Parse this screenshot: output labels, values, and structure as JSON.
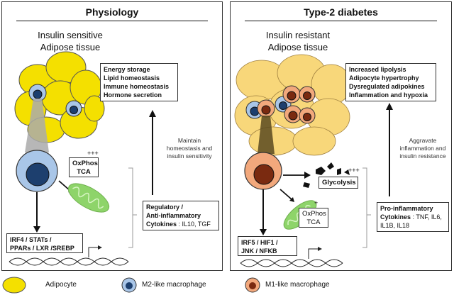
{
  "left": {
    "title": "Physiology",
    "tissue_line1": "Insulin sensitive",
    "tissue_line2": "Adipose tissue",
    "functions": [
      "Energy storage",
      "Lipid homeostasis",
      "Immune homeostasis",
      "Hormone secretion"
    ],
    "maintain_note": [
      "Maintain",
      "homeostasis and",
      "insulin sensitivity"
    ],
    "oxphos": "OxPhos",
    "tca": "TCA",
    "oxphos_level": "+++",
    "cytokines_line1": "Regulatory /",
    "cytokines_line2": "Anti-inflammatory",
    "cytokines_prefix": "Cytokines",
    "cytokines_values": " : IL10, TGF",
    "tf_lines": [
      "IRF4 / STATs /",
      "PPARs / LXR /SREBP"
    ]
  },
  "right": {
    "title": "Type-2 diabetes",
    "tissue_line1": "Insulin resistant",
    "tissue_line2": "Adipose tissue",
    "functions": [
      "Increased lipolysis",
      "Adipocyte hypertrophy",
      "Dysregulated adipokines",
      "Inflammation and hypoxia"
    ],
    "aggravate_note": [
      "Aggravate",
      "inflammation and",
      "insulin resistance"
    ],
    "glycolysis": "Glycolysis",
    "glycolysis_level": "+++",
    "oxphos": "OxPhos",
    "tca": "TCA",
    "oxphos_level": "+",
    "cytokines_line1": "Pro-inflammatory",
    "cytokines_prefix": "Cytokines",
    "cytokines_values_1": " : TNF, IL6,",
    "cytokines_values_2": "IL1B, IL18",
    "tf_lines": [
      "IRF5 / HIF1 /",
      "JNK / NFKB"
    ]
  },
  "legend": {
    "adipocyte": "Adipocyte",
    "m2": "M2-like macrophage",
    "m1": "M1-like macrophage"
  },
  "colors": {
    "adipocyte_healthy": "#f4e000",
    "adipocyte_diabetic": "#f8d77a",
    "m2_outer": "#a9c6e8",
    "m2_nucleus": "#1d3f6e",
    "m1_outer": "#f2a87c",
    "m1_nucleus": "#7a2a10",
    "mitochondria": "#8ed46a"
  }
}
